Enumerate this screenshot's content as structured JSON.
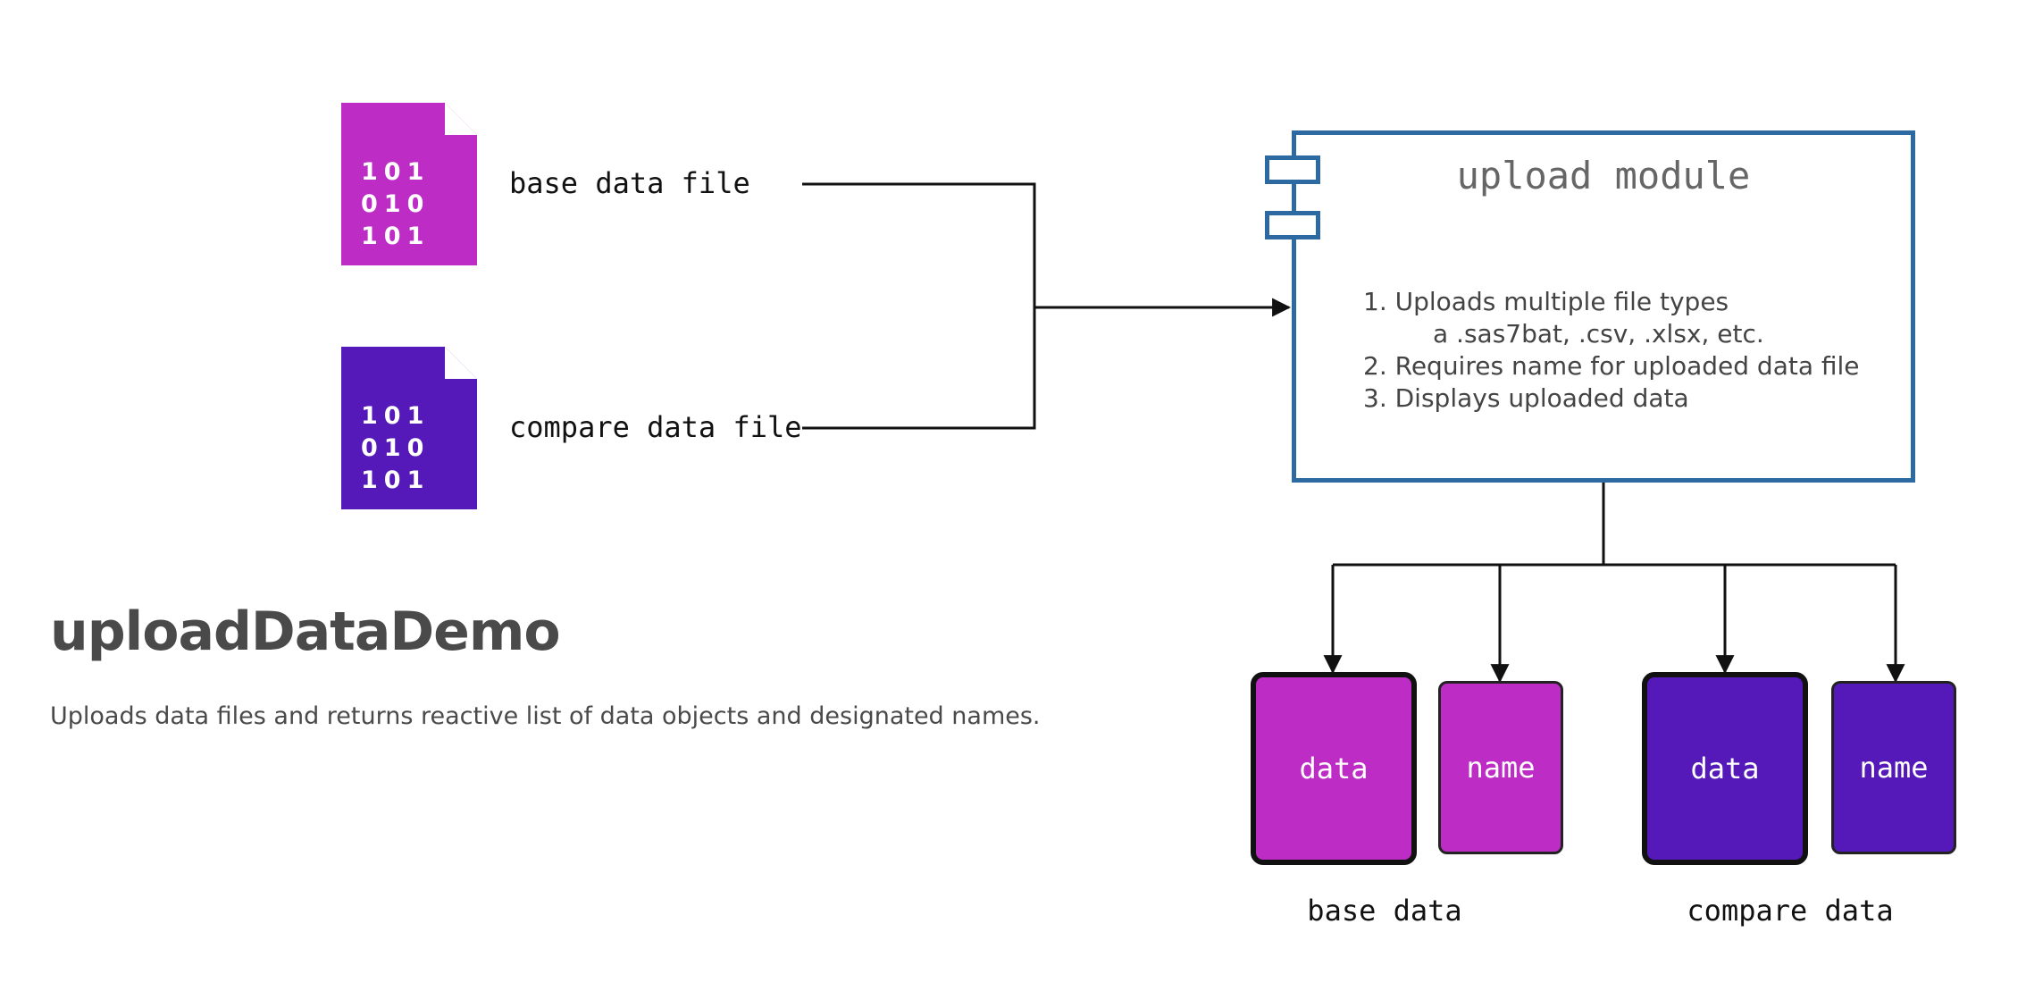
{
  "colors": {
    "base": "#bd2dc6",
    "compare": "#5419b8",
    "module_border": "#2e6aa2",
    "connector": "#111111"
  },
  "inputs": {
    "base": {
      "bits": "101\n010\n101",
      "label": "base data file",
      "icon": "binary-file-icon"
    },
    "compare": {
      "bits": "101\n010\n101",
      "label": "compare data file",
      "icon": "binary-file-icon"
    }
  },
  "module": {
    "title": "upload module",
    "features": [
      "1. Uploads multiple file types",
      "a .sas7bat, .csv, .xlsx, etc.",
      "2. Requires name for uploaded data file",
      "3. Displays uploaded data"
    ]
  },
  "outputs": {
    "base": {
      "data": "data",
      "name": "name",
      "label": "base data"
    },
    "compare": {
      "data": "data",
      "name": "name",
      "label": "compare data"
    }
  },
  "app": {
    "title": "uploadDataDemo",
    "description": "Uploads data files and returns reactive list of data objects and designated names."
  }
}
